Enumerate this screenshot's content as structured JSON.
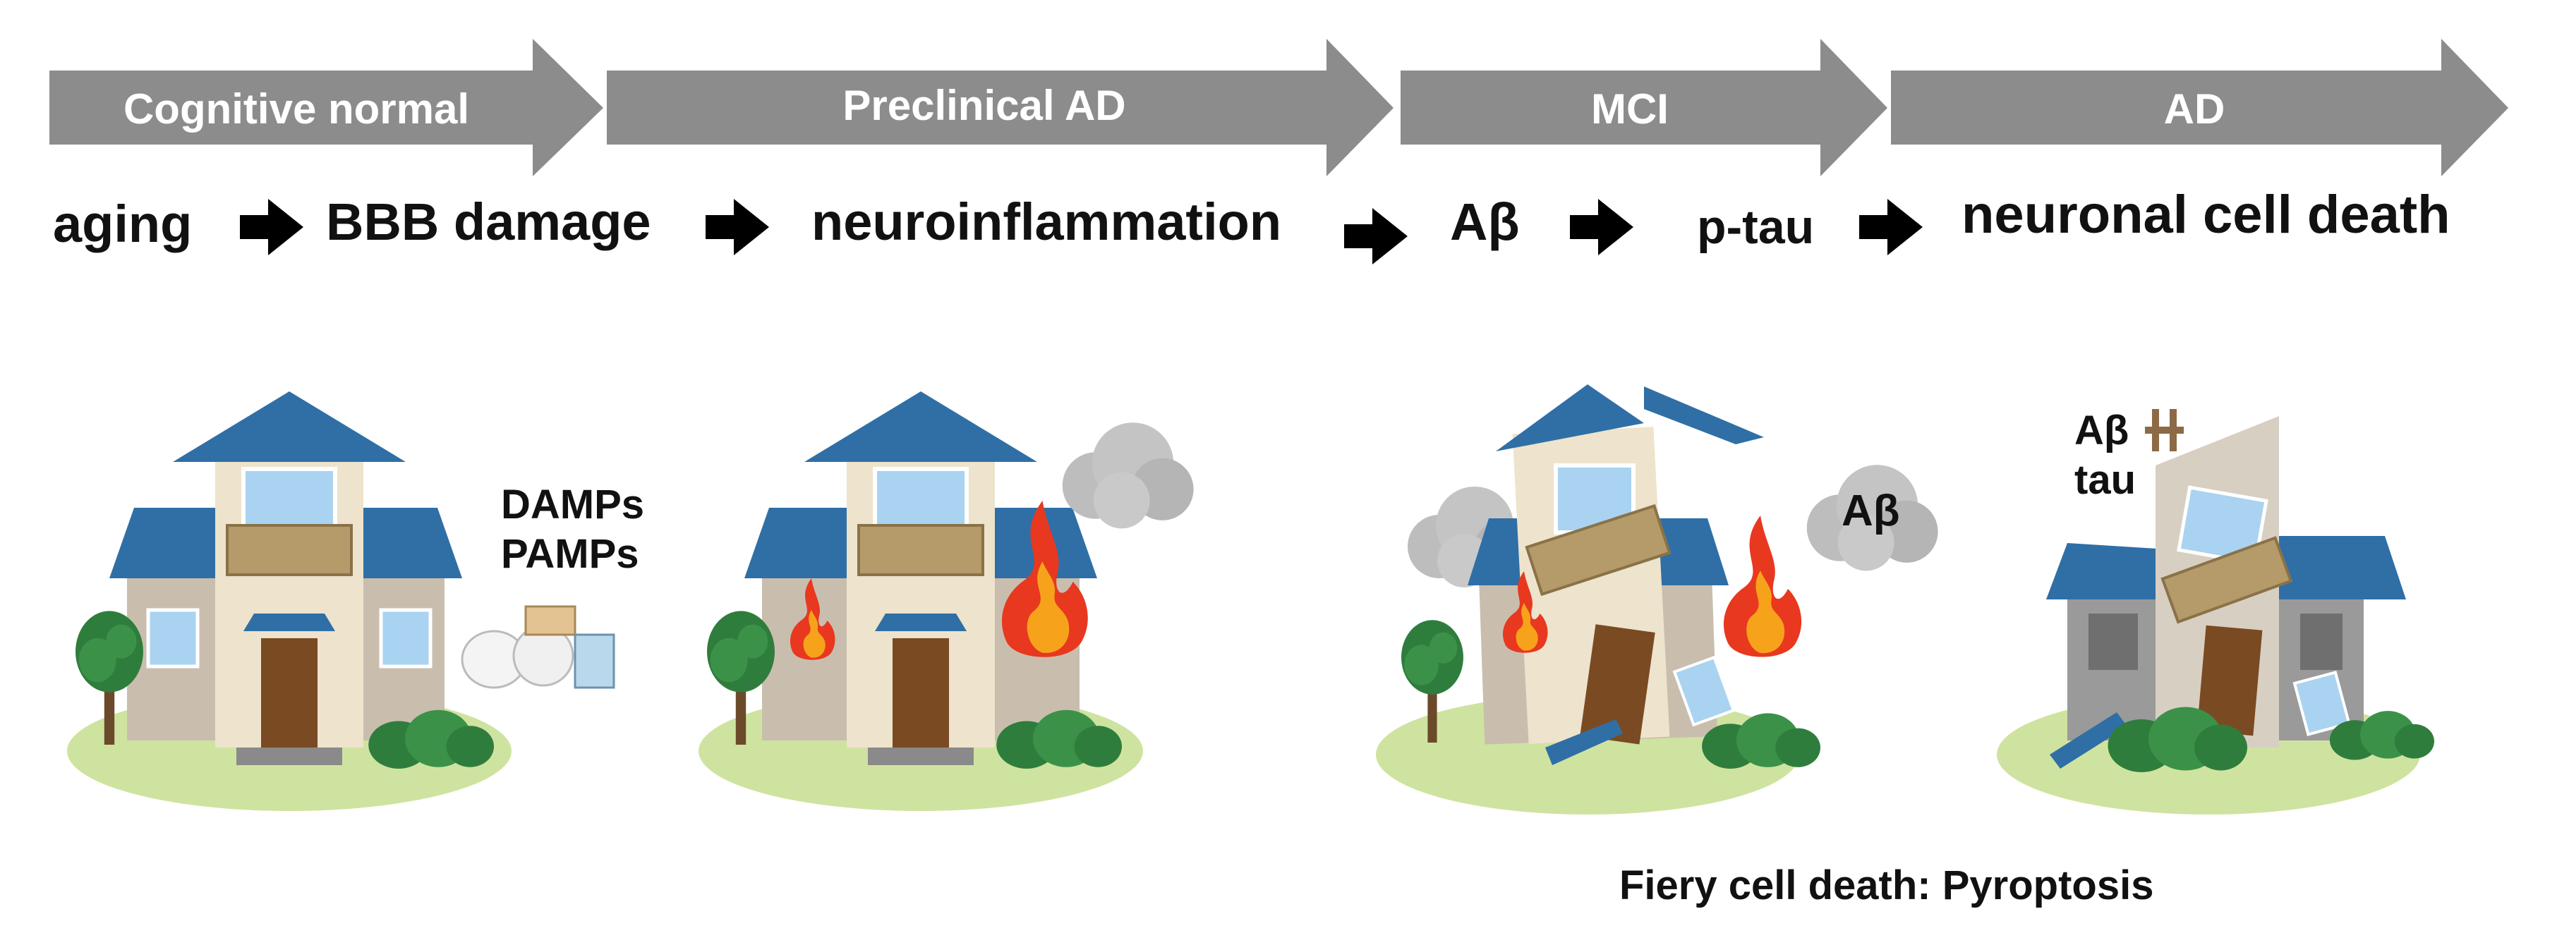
{
  "stages": [
    {
      "label": "Cognitive normal"
    },
    {
      "label": "Preclinical AD"
    },
    {
      "label": "MCI"
    },
    {
      "label": "AD"
    }
  ],
  "process": [
    {
      "label": "aging"
    },
    {
      "label": "BBB damage"
    },
    {
      "label": "neuroinflammation"
    },
    {
      "label": "Aβ"
    },
    {
      "label": "p-tau"
    },
    {
      "label": "neuronal cell death"
    }
  ],
  "annotations": {
    "damps": "DAMPs",
    "pamps": "PAMPs",
    "abeta_cloud": "Aβ",
    "abeta_ruin": "Aβ",
    "tau_ruin": "tau",
    "caption": "Fiery cell death: Pyroptosis"
  },
  "colors": {
    "stage_arrow": "#8c8c8c",
    "roof": "#2f6fa6",
    "wall": "#eee3cc",
    "wall_side": "#c9beae",
    "window": "#a9d3f0",
    "door": "#7a4a23",
    "lawn": "#cfe3a0",
    "tree": "#2f7d3c",
    "fire": "#e8381f",
    "fire_core": "#f7a21b",
    "smoke": "#bdbdbd",
    "ruin_wall": "#d8cfc3"
  }
}
